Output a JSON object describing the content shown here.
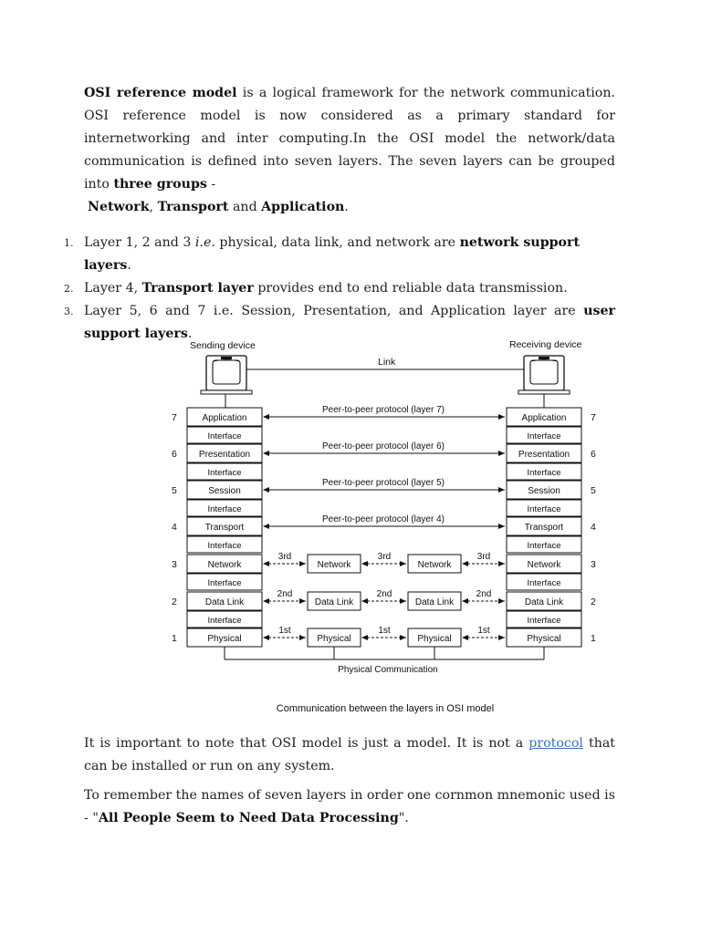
{
  "intro": {
    "term": "OSI reference model",
    "text1": " is a logical framework for the network communication. OSI reference model is now considered as a primary standard for internetworking and inter computing.In the OSI model the network/data communication is defined into seven layers. The seven layers can be grouped into ",
    "groups_bold": "three groups",
    "dash": " - ",
    "network": "Network",
    "comma": ", ",
    "transport": "Transport",
    "and": " and ",
    "application": "Application",
    "period": "."
  },
  "list": [
    {
      "num": "1.",
      "pre": "Layer 1, 2 and 3 ",
      "ie": "i.e.",
      "mid": " physical, data link, and network are ",
      "bold": "network support layers",
      "post": "."
    },
    {
      "num": "2.",
      "pre": "Layer 4, ",
      "bold": "Transport layer",
      "post": " provides end to end reliable data transmission."
    },
    {
      "num": "3.",
      "pre": "Layer 5, 6 and 7 i.e. Session, Presentation, and Application layer are ",
      "bold": "user support layers",
      "post": "."
    }
  ],
  "diagram": {
    "sending_device": "Sending device",
    "receiving_device": "Receiving device",
    "link": "Link",
    "layers_left": [
      "Application",
      "Presentation",
      "Session",
      "Transport",
      "Network",
      "Data Link",
      "Physical"
    ],
    "layers_right": [
      "Application",
      "Presentation",
      "Session",
      "Transport",
      "Network",
      "Data Link",
      "Physical"
    ],
    "layer_numbers": [
      "7",
      "6",
      "5",
      "4",
      "3",
      "2",
      "1"
    ],
    "interface": "Interface",
    "peer_protocols": [
      "Peer-to-peer protocol (layer 7)",
      "Peer-to-peer protocol (layer 6)",
      "Peer-to-peer protocol (layer 5)",
      "Peer-to-peer protocol (layer 4)"
    ],
    "intermediate": {
      "network": "Network",
      "data_link": "Data Link",
      "physical": "Physical",
      "hop_network": "3rd",
      "hop_datalink": "2nd",
      "hop_physical": "1st"
    },
    "physical_communication": "Physical Communication",
    "caption": "Communication between the layers in OSI model"
  },
  "note": {
    "pre": "It is important to note that OSI model is just a model. It is not a ",
    "link": "protocol",
    "post": " that can be installed or run on any system."
  },
  "mnemonic": {
    "pre": "To remember the names of seven layers in order one cornmon mnemonic used is - ",
    "quote_open": "\"",
    "bold": "All People Seem to Need Data Processing",
    "quote_close": "\"."
  }
}
